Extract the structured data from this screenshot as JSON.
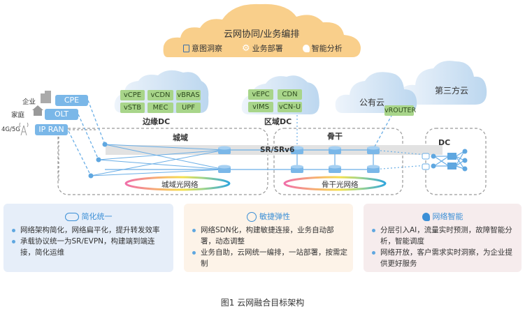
{
  "orchestration_cloud": {
    "title": "云网协同/业务编排",
    "items": [
      {
        "icon": "document-search-icon",
        "label": "意图洞察"
      },
      {
        "icon": "gear-icon",
        "label": "业务部署"
      },
      {
        "icon": "brain-head-icon",
        "label": "智能分析"
      }
    ]
  },
  "access": [
    {
      "type": "企业",
      "icon": "building-icon",
      "device": "CPE"
    },
    {
      "type": "家庭",
      "icon": "house-icon",
      "device": "OLT"
    },
    {
      "type": "4G/5G",
      "icon": "cell-tower-icon",
      "device": "IP RAN"
    }
  ],
  "edge_dc": {
    "label": "边缘DC",
    "functions": [
      "vCPE",
      "vCDN",
      "vBRAS",
      "vSTB",
      "MEC",
      "UPF"
    ]
  },
  "regional_dc": {
    "label": "区域DC",
    "functions": [
      "vEPC",
      "CDN",
      "vIMS",
      "vCN-U"
    ]
  },
  "public_cloud": {
    "label": "公有云",
    "function": "vROUTER"
  },
  "third_party_cloud": {
    "label": "第三方云"
  },
  "domains": {
    "metro": {
      "label": "城域",
      "optical": "城域光网络"
    },
    "backbone": {
      "label": "骨干",
      "optical": "骨干光网络"
    },
    "dc": {
      "label": "DC"
    },
    "protocol": "SR/SRv6"
  },
  "panels": [
    {
      "icon": "cloud-icon",
      "title": "简化统一",
      "bullets": [
        "网络架构简化，网络扁平化，提升转发效率",
        "承载协议统一为SR/EVPN，构建端到端连接，简化运维"
      ]
    },
    {
      "icon": "globe-icon",
      "title": "敏捷弹性",
      "bullets": [
        "网络SDN化，构建敏捷连接，业务自动部署，动态调整",
        "业务自助，云网统一编排，一站部署，按需定制"
      ]
    },
    {
      "icon": "brain-head-icon",
      "title": "网络智能",
      "bullets": [
        "分层引入AI，流量实时预测，故障智能分析，智能调度",
        "网络开放，客户需求实时洞察，为企业提供更好服务"
      ]
    }
  ],
  "colors": {
    "orchestration": "#f9cf8b",
    "access_blue": "#7ab7e8",
    "function_green": "#a8d58a",
    "panel1_bg": "#e6eef9",
    "panel2_bg": "#fdf3e8",
    "panel3_bg": "#f6eced"
  },
  "caption": "图1   云网融合目标架构"
}
